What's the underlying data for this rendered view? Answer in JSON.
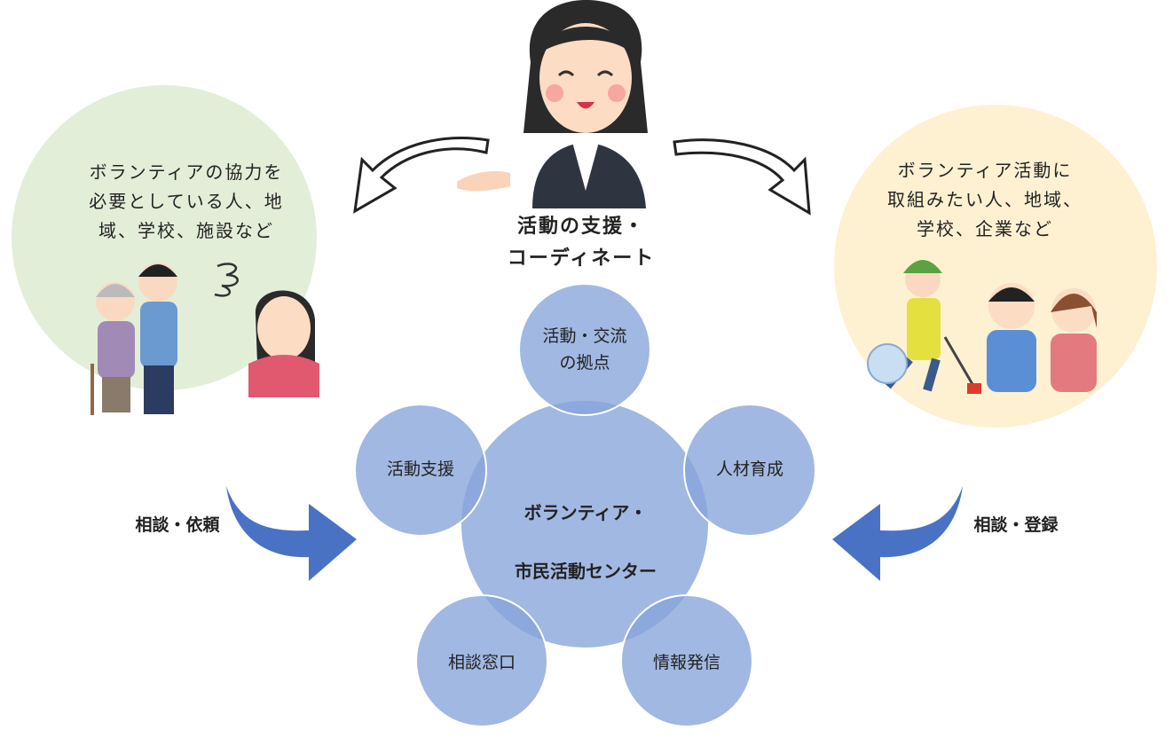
{
  "left_group": {
    "lines": [
      "ボランティアの協力を",
      "必要としている人、地",
      "域、学校、施設など"
    ],
    "color": "#e3eed9"
  },
  "right_group": {
    "lines": [
      "ボランティア活動に",
      "取組みたい人、地域、",
      "学校、企業など"
    ],
    "color": "#fdf1d2"
  },
  "coordinator": {
    "lines": [
      "活動の支援・",
      "コーディネート"
    ]
  },
  "left_flow_label": "相談・依頼",
  "right_flow_label": "相談・登録",
  "center": {
    "lines": [
      "ボランティア・",
      "市民活動センター"
    ],
    "color": "#9db5e0"
  },
  "nodes": {
    "top": [
      "活動・交流",
      "の拠点"
    ],
    "left": "活動支援",
    "right": "人材育成",
    "bottom_left": "相談窓口",
    "bottom_right": "情報発信"
  },
  "arrow_color": "#4a72c4"
}
